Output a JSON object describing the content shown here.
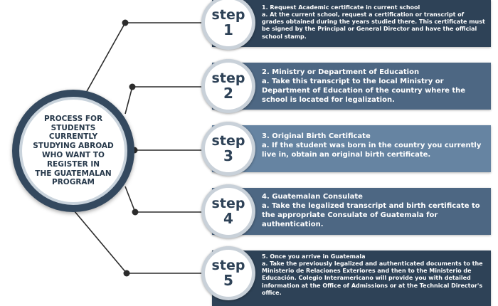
{
  "hub": {
    "title": "PROCESS FOR\nSTUDENTS\nCURRENTLY\nSTUDYING ABROAD\nWHO WANT TO\nREGISTER IN\nTHE GUATEMALAN\nPROGRAM"
  },
  "colors": {
    "dark_navy": "#2e4257",
    "slate_blue": "#4d6783",
    "steel_blue": "#6684a2",
    "connector": "#2c2c2c",
    "badge_ring": "#c9d1d9"
  },
  "steps": [
    {
      "word": "step",
      "number": "1",
      "title": "1. Request Academic certificate in current school",
      "body": "a. At the current school, request a certification or transcript of grades obtained during the years studied there. This certificate must be signed by the Principal or General Director and have the official school stamp."
    },
    {
      "word": "step",
      "number": "2",
      "title": "2. Ministry or Department of Education",
      "body": "a. Take this transcript to the local Ministry or Department of Education of the country where the school is located for legalization."
    },
    {
      "word": "step",
      "number": "3",
      "title": "3. Original Birth Certificate",
      "body": "a. If the student was born in the country you currently live in, obtain an original birth certificate."
    },
    {
      "word": "step",
      "number": "4",
      "title": "4. Guatemalan Consulate",
      "body": "a. Take the legalized transcript and birth certificate to the appropriate Consulate of Guatemala for authentication."
    },
    {
      "word": "step",
      "number": "5",
      "title": "5. Once you arrive in Guatemala",
      "body": "a. Take the previously legalized and authenticated documents to the Ministerio de Relaciones Exteriores and then to the Ministerio de Educación. Colegio Interamericano will provide you with detailed information at the Office of Admissions or at the Technical Director's office."
    }
  ]
}
